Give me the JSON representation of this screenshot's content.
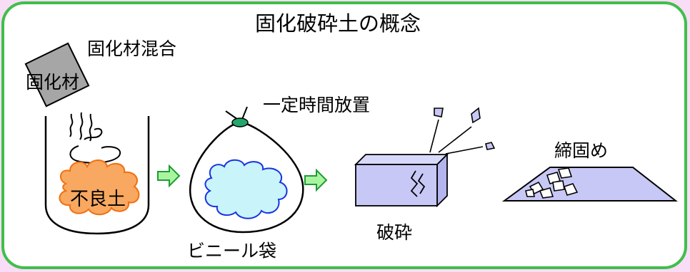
{
  "title": "固化破砕土の概念",
  "labels": {
    "mixing": "固化材混合",
    "binder": "固化材",
    "poor_soil": "不良土",
    "curing": "一定時間放置",
    "vinyl_bag": "ビニール袋",
    "crushing": "破砕",
    "compaction": "締固め"
  },
  "colors": {
    "frame_border": "#3fbf4a",
    "frame_fill": "#ffffff",
    "page_bg": "#f9dcf6",
    "arrow_fill": "#a8f5a0",
    "arrow_stroke": "#1f9b33",
    "soil_fill": "#f8a860",
    "soil_stroke": "#f07010",
    "bag_soil_fill": "#c8f4fa",
    "bag_soil_stroke": "#1a33e0",
    "block_fill": "#c8c8f6",
    "knot_fill": "#1fa86a",
    "binder_fill": "#a6a6a6"
  }
}
